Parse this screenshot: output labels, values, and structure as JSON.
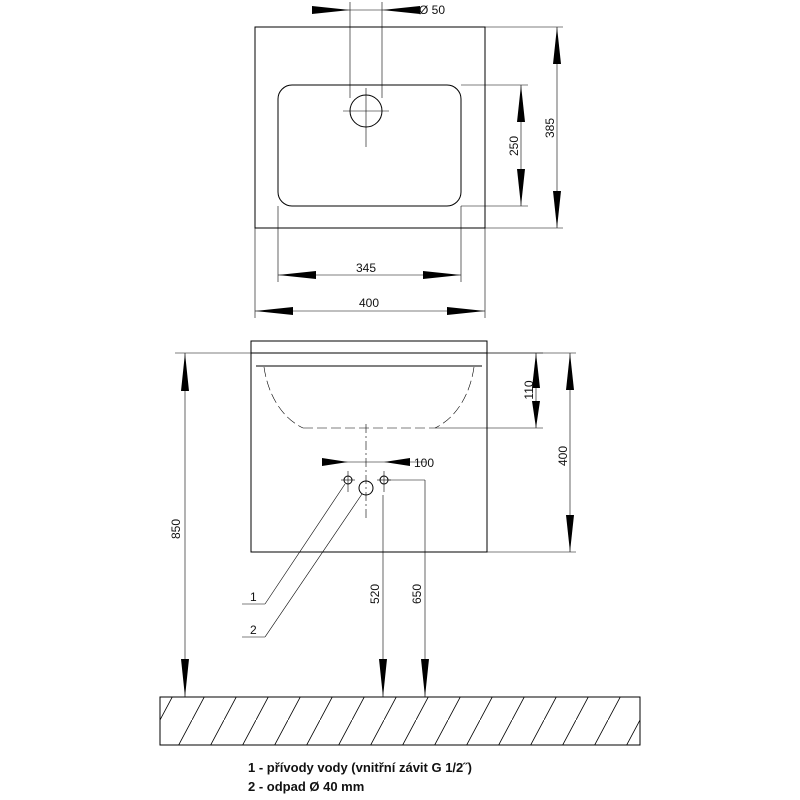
{
  "dimensions": {
    "hole_diameter": "Ø 50",
    "inner_depth": "250",
    "outer_depth": "385",
    "inner_width": "345",
    "outer_width": "400",
    "basin_depth": "110",
    "cabinet_height": "400",
    "total_height": "850",
    "supply_spacing": "100",
    "drain_height": "520",
    "supply_height": "650"
  },
  "callouts": {
    "supply": "1",
    "drain": "2"
  },
  "legend": [
    "1 - přívody vody (vnitřní závit G 1/2˝)",
    "2 - odpad Ø 40 mm"
  ]
}
